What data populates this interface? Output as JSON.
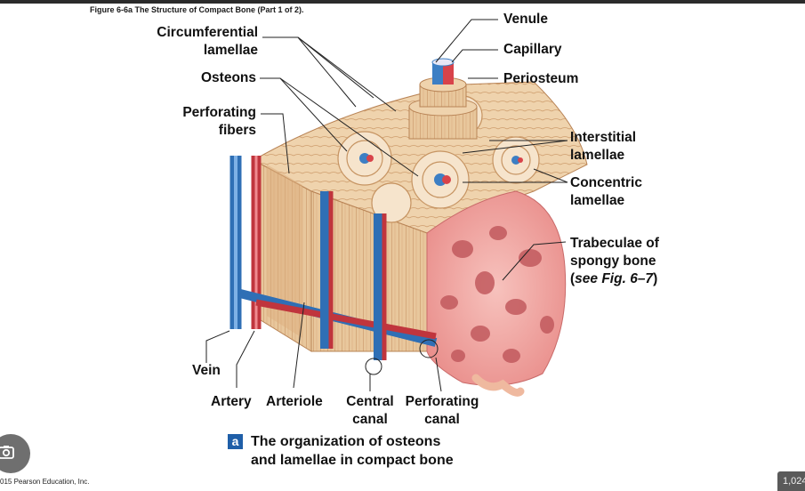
{
  "figure_title": "Figure 6-6a The Structure of Compact Bone (Part 1 of 2).",
  "labels": {
    "circumferential_1": "Circumferential",
    "circumferential_2": "lamellae",
    "osteons": "Osteons",
    "perforating_fibers_1": "Perforating",
    "perforating_fibers_2": "fibers",
    "vein": "Vein",
    "artery": "Artery",
    "arteriole": "Arteriole",
    "central_canal_1": "Central",
    "central_canal_2": "canal",
    "perforating_canal_1": "Perforating",
    "perforating_canal_2": "canal",
    "venule": "Venule",
    "capillary": "Capillary",
    "periosteum": "Periosteum",
    "interstitial_1": "Interstitial",
    "interstitial_2": "lamellae",
    "concentric_1": "Concentric",
    "concentric_2": "lamellae",
    "trabeculae_1": "Trabeculae of",
    "trabeculae_2": "spongy bone",
    "trabeculae_3_open": "(",
    "trabeculae_3_italic": "see Fig. 6–7",
    "trabeculae_3_close": ")"
  },
  "caption": {
    "badge": "a",
    "line1": "The organization of osteons",
    "line2": "and lamellae in compact bone"
  },
  "copyright": "015 Pearson Education, Inc.",
  "image_count": "1,024",
  "colors": {
    "vein_blue": "#3d7fc4",
    "artery_red": "#d8434a",
    "bone_tan": "#e9c9a0",
    "spongy_pink": "#f0a2a0",
    "caption_badge": "#1f5fa8"
  }
}
